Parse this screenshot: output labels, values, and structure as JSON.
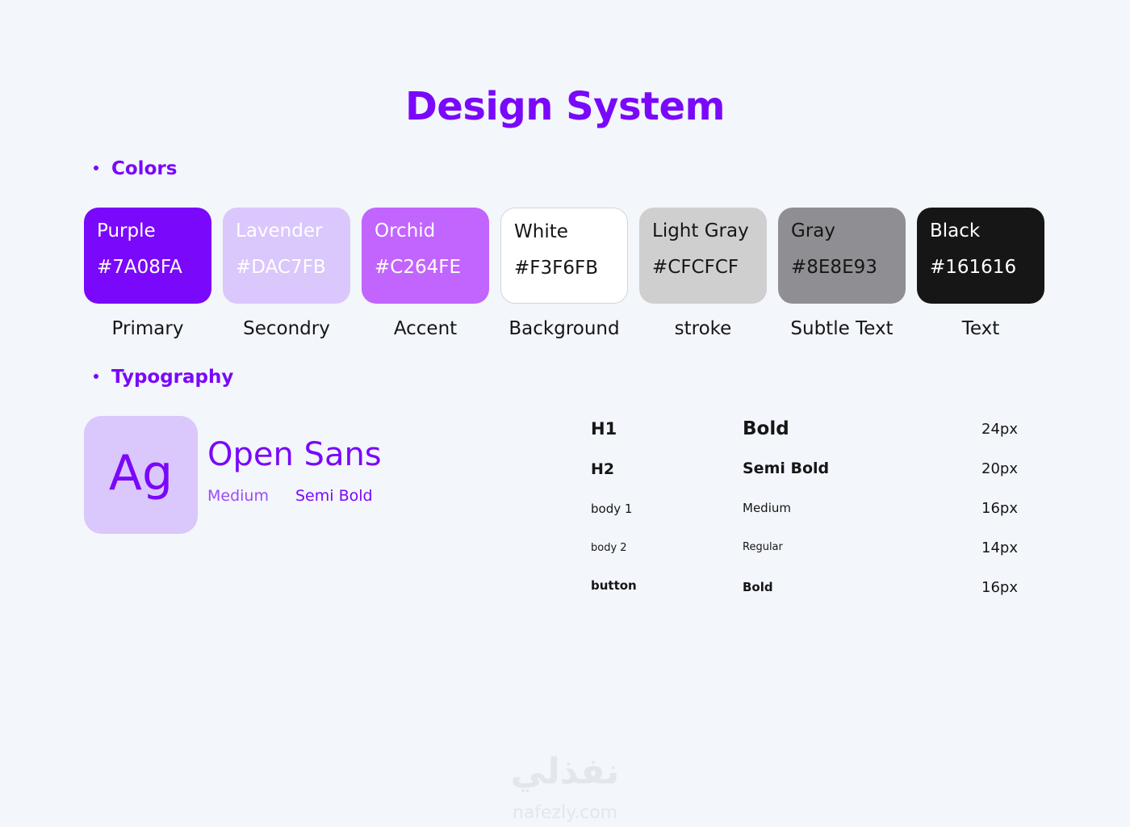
{
  "title": "Design System",
  "sections": {
    "colors": "Colors",
    "typography": "Typography"
  },
  "swatches": [
    {
      "name": "Purple",
      "hex": "#7A08FA",
      "role": "Primary",
      "bg": "#7A08FA",
      "text_color": "#FFFFFF"
    },
    {
      "name": "Lavender",
      "hex": "#DAC7FB",
      "role": "Secondry",
      "bg": "#DAC7FB",
      "text_color": "#FFFFFF"
    },
    {
      "name": "Orchid",
      "hex": "#C264FE",
      "role": "Accent",
      "bg": "#C264FE",
      "text_color": "#FFFFFF"
    },
    {
      "name": "White",
      "hex": "#F3F6FB",
      "role": "Background",
      "bg": "#FFFFFF",
      "text_color": "#161616"
    },
    {
      "name": "Light Gray",
      "hex": "#CFCFCF",
      "role": "stroke",
      "bg": "#CFCFCF",
      "text_color": "#161616"
    },
    {
      "name": "Gray",
      "hex": "#8E8E93",
      "role": "Subtle Text",
      "bg": "#8E8E93",
      "text_color": "#161616"
    },
    {
      "name": "Black",
      "hex": "#161616",
      "role": "Text",
      "bg": "#161616",
      "text_color": "#FFFFFF"
    }
  ],
  "font": {
    "sample": "Ag",
    "name": "Open Sans",
    "weights": [
      "Medium",
      "Semi Bold"
    ]
  },
  "type_scale": [
    {
      "style": "H1",
      "weight": "Bold",
      "size": "24px"
    },
    {
      "style": "H2",
      "weight": "Semi Bold",
      "size": "20px"
    },
    {
      "style": "body 1",
      "weight": "Medium",
      "size": "16px"
    },
    {
      "style": "body 2",
      "weight": "Regular",
      "size": "14px"
    },
    {
      "style": "button",
      "weight": "Bold",
      "size": "16px"
    }
  ],
  "watermark": {
    "arabic": "نفذلي",
    "latin": "nafezly.com"
  }
}
